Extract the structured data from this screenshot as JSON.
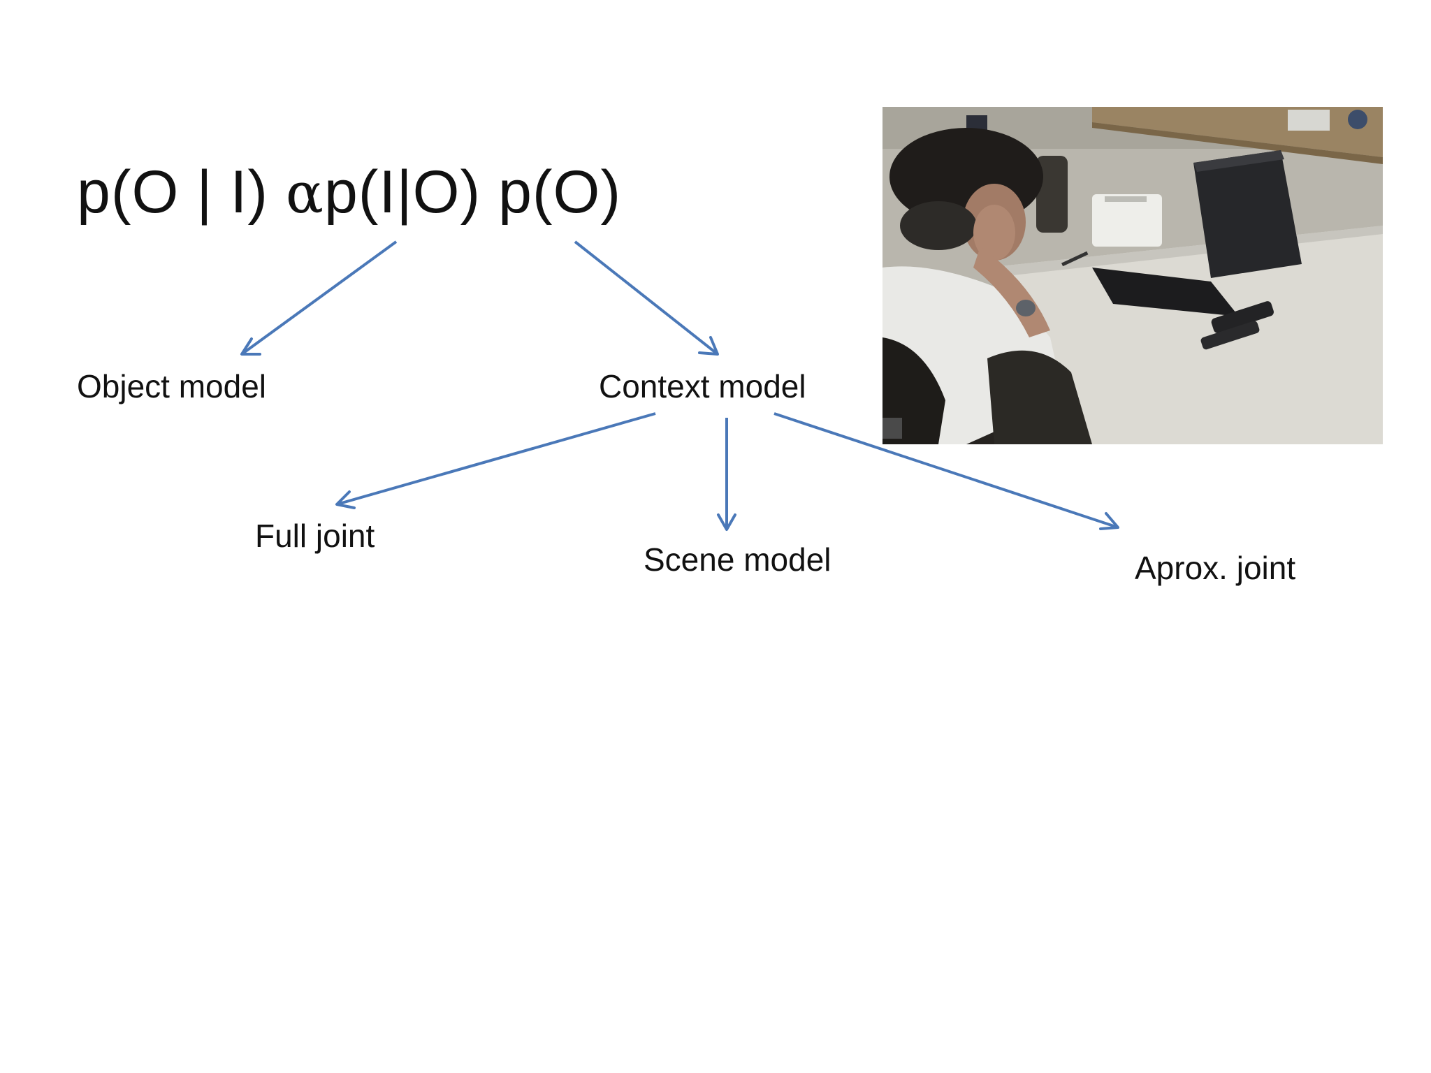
{
  "formula": {
    "left": "p(O | I) ",
    "alpha": "α",
    "right": "p(I|O) p(O)"
  },
  "nodes": {
    "object_model": "Object model",
    "context_model": "Context model",
    "full_joint": "Full joint",
    "scene_model": "Scene model",
    "aprox_joint": "Aprox. joint"
  },
  "colors": {
    "arrow": "#4a78b8"
  },
  "photo": {
    "icon": "person-on-phone-at-desk-photo"
  }
}
